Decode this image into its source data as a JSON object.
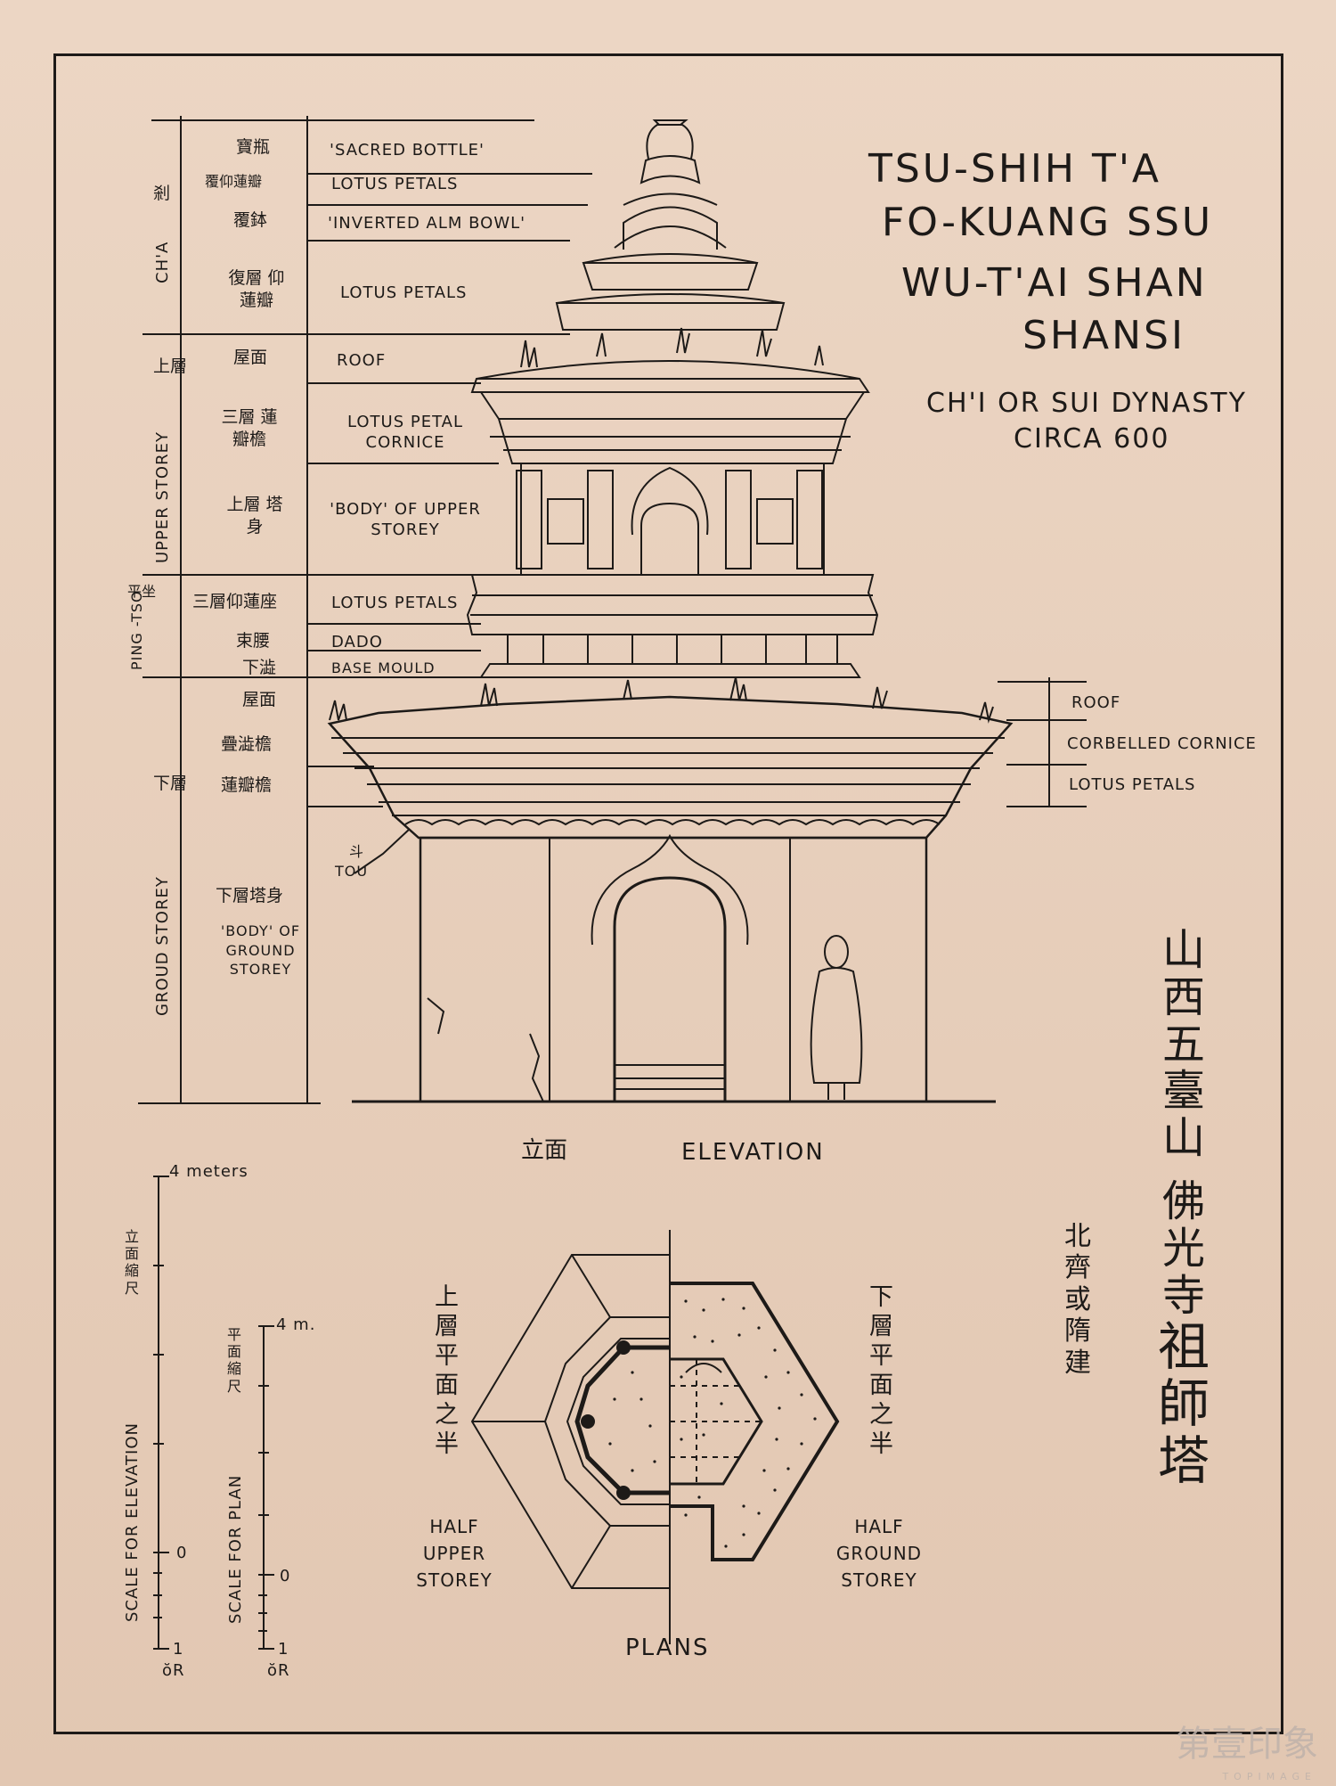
{
  "title": {
    "line1": "TSU-SHIH T'A",
    "line2": "FO-KUANG SSU",
    "line3": "WU-T'AI SHAN",
    "line4": "SHANSI"
  },
  "dynasty": {
    "line1": "CH'I OR SUI DYNASTY",
    "line2": "CIRCA 600"
  },
  "chinese_title": [
    "山",
    "西",
    "五",
    "臺",
    "山",
    "佛",
    "光",
    "寺",
    "祖",
    "師",
    "塔"
  ],
  "chinese_dynasty": [
    "北",
    "齊",
    "或",
    "隋",
    "建"
  ],
  "zones": {
    "cha": {
      "cn": "剎",
      "en": "CH'A"
    },
    "upper": {
      "cn": "上層",
      "en": "UPPER STOREY"
    },
    "pingtso": {
      "cn": "平坐",
      "en": "PING -TSO"
    },
    "ground": {
      "cn": "下層",
      "en": "GROUD STOREY"
    }
  },
  "labels": [
    {
      "cn": "寶瓶",
      "en": "'SACRED BOTTLE'"
    },
    {
      "cn": "覆仰蓮瓣",
      "en": "LOTUS PETALS"
    },
    {
      "cn": "覆鉢",
      "en": "'INVERTED ALM BOWL'"
    },
    {
      "cn": "復層 仰蓮瓣",
      "en": "LOTUS PETALS"
    },
    {
      "cn": "屋面",
      "en": "ROOF"
    },
    {
      "cn": "三層 蓮瓣檐",
      "en": "LOTUS PETAL CORNICE"
    },
    {
      "cn": "上層 塔身",
      "en": "'BODY' OF UPPER STOREY"
    },
    {
      "cn": "三層仰蓮座",
      "en": "LOTUS PETALS"
    },
    {
      "cn": "束腰",
      "en": "DADO"
    },
    {
      "cn": "下澁",
      "en": "BASE MOULD"
    },
    {
      "cn": "屋面",
      "en": ""
    },
    {
      "cn": "疊澁檐",
      "en": ""
    },
    {
      "cn": "蓮瓣檐",
      "en": ""
    },
    {
      "cn": "下層塔身",
      "en": "'BODY' OF GROUND STOREY"
    }
  ],
  "right_labels": [
    "ROOF",
    "CORBELLED CORNICE",
    "LOTUS PETALS"
  ],
  "tou": {
    "cn": "斗",
    "en": "TOU"
  },
  "elevation": {
    "cn": "立面",
    "en": "ELEVATION"
  },
  "scale_elev": {
    "top": "4 meters",
    "zero": "0",
    "one": "1",
    "mr": "ŏR",
    "cn": "立面縮尺",
    "en": "SCALE FOR ELEVATION"
  },
  "scale_plan": {
    "top": "4 m.",
    "zero": "0",
    "one": "1",
    "mr": "ŏR",
    "cn": "平面縮尺",
    "en": "SCALE FOR PLAN"
  },
  "plans": {
    "title": "PLANS",
    "left_cn": "上層平面之半",
    "right_cn": "下層平面之半",
    "left_en": "HALF UPPER STOREY",
    "right_en": "HALF GROUND STOREY"
  },
  "watermark": {
    "cn": "第壹印象",
    "en": "TOPIMAGE"
  },
  "colors": {
    "paper": "#e9d2bf",
    "ink": "#1d1a18"
  }
}
